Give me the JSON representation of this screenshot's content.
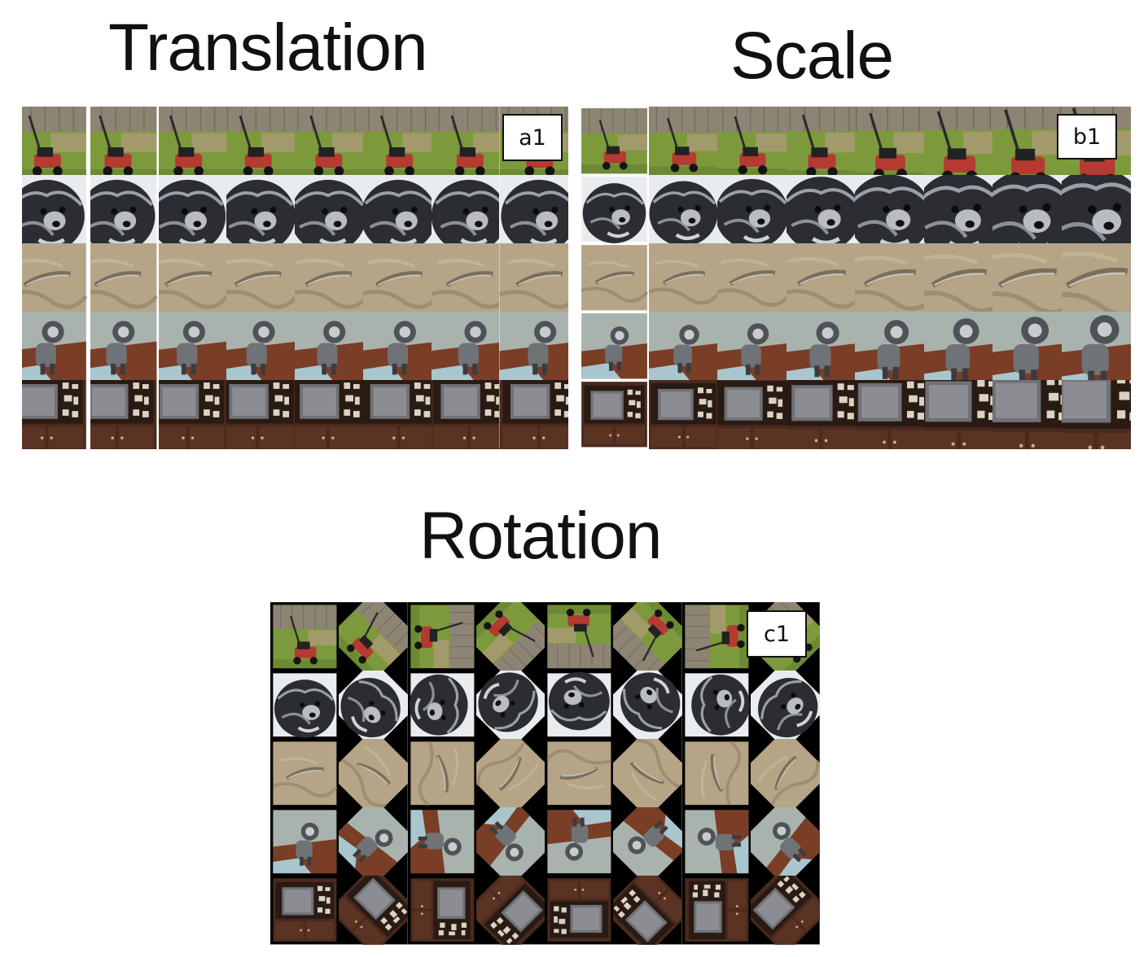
{
  "titles": {
    "translation": "Translation",
    "scale": "Scale",
    "rotation": "Rotation"
  },
  "badges": {
    "a": "a1",
    "b": "b1",
    "c": "c1"
  },
  "grid": {
    "columns": 8,
    "row_subjects": [
      "lawn-mower",
      "shih-tzu-dog",
      "fish-on-sand",
      "dog-on-floor",
      "tv-cabinet"
    ]
  },
  "colors": {
    "grass": "#7c9a3c",
    "fence": "#8d8474",
    "mower_red": "#b43a32",
    "dog_black": "#2b2d33",
    "sand": "#b6a486",
    "wall": "#a9b3ad",
    "floor_brown": "#7a3d25",
    "cabinet": "#4a2a1e",
    "tv_screen": "#6f7176"
  }
}
